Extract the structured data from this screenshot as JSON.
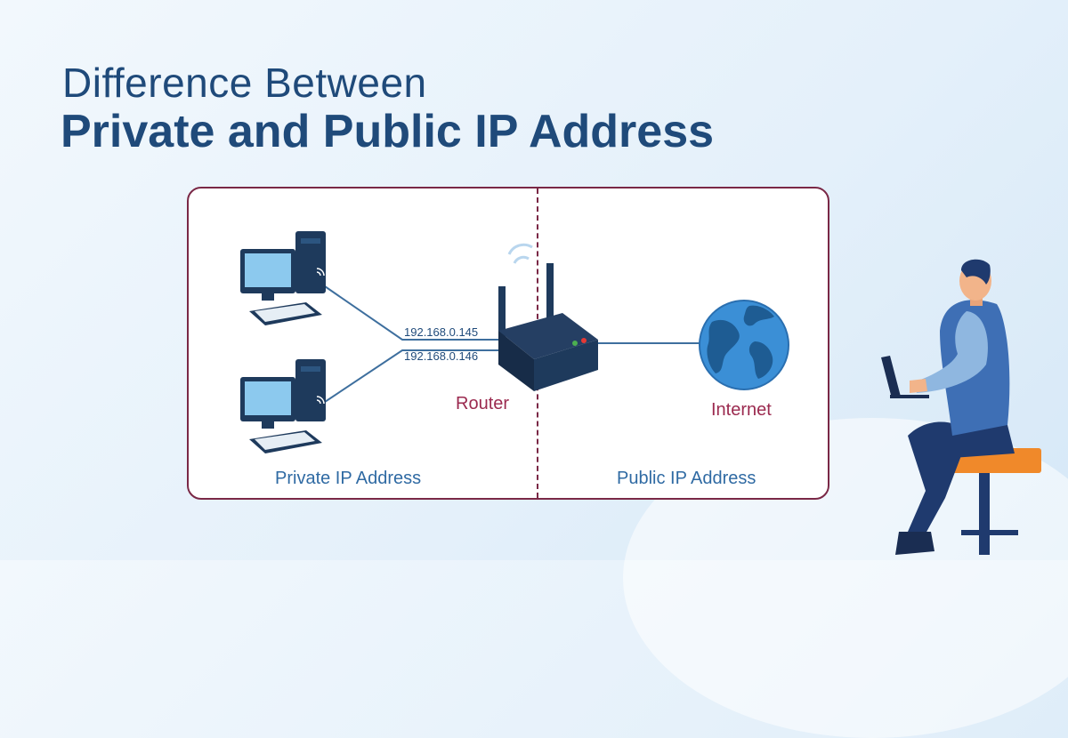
{
  "title": {
    "line1": "Difference Between",
    "line2": "Private and Public IP Address"
  },
  "diagram": {
    "ip_addresses": [
      "192.168.0.145",
      "192.168.0.146"
    ],
    "router_label": "Router",
    "internet_label": "Internet",
    "private_section_label": "Private IP Address",
    "public_section_label": "Public IP Address"
  },
  "colors": {
    "title": "#1f4a7a",
    "box_border": "#7a2846",
    "device_label": "#9b2a4f",
    "section_label": "#2f6aa3",
    "connector": "#3e6f9e"
  }
}
